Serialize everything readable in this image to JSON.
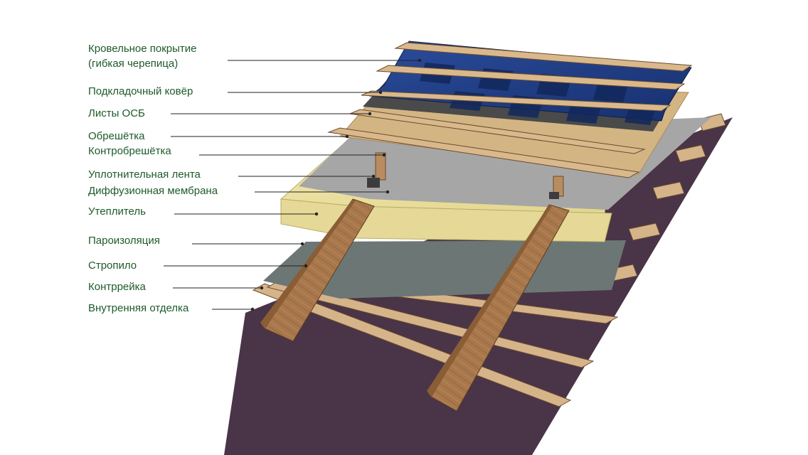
{
  "labels": {
    "roof_covering_line1": "Кровельное покрытие",
    "roof_covering_line2": "(гибкая черепица)",
    "underlay": "Подкладочный ковёр",
    "osb": "Листы ОСБ",
    "batten": "Обрешётка",
    "counter_batten": "Контробрешётка",
    "sealing_tape": "Уплотнительная лента",
    "diffusion_membrane": "Диффузионная мембрана",
    "insulation": "Утеплитель",
    "vapor_barrier": "Пароизоляция",
    "rafter": "Стропило",
    "counter_rail": "Контррейка",
    "interior_finish": "Внутренняя отделка"
  },
  "colors": {
    "label_text": "#1e5a2a",
    "leader_line": "#222222",
    "interior_finish": "#4a3447",
    "vapor_barrier": "#6c7775",
    "insulation": "#ede2a0",
    "diffusion_membrane": "#a6a6a6",
    "osb": "#d2b583",
    "underlay": "#4a4a4a",
    "shingles": "#1f3f86",
    "wood": "#a4754a"
  }
}
